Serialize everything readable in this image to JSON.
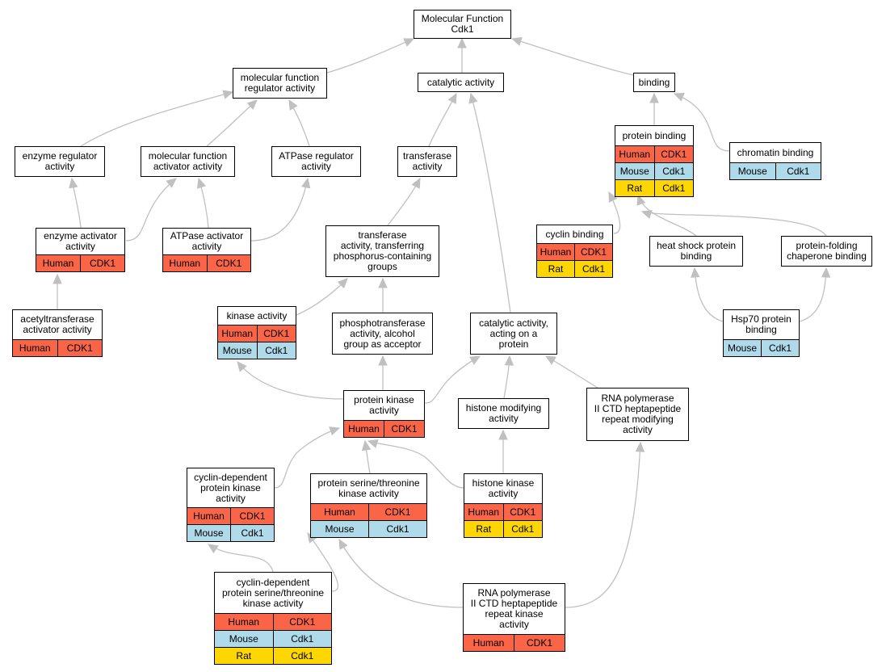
{
  "colors": {
    "human": "#fa6447",
    "mouse": "#aedaea",
    "rat": "#fed702",
    "edge": "#c0c0c0"
  },
  "nodes": {
    "molecular_function": {
      "label": "Molecular Function\nCdk1",
      "rows": []
    },
    "mf_regulator": {
      "label": "molecular function\nregulator activity",
      "rows": []
    },
    "catalytic": {
      "label": "catalytic activity",
      "rows": []
    },
    "binding": {
      "label": "binding",
      "rows": []
    },
    "enzyme_regulator": {
      "label": "enzyme regulator\nactivity",
      "rows": []
    },
    "mf_activator": {
      "label": "molecular function\nactivator activity",
      "rows": []
    },
    "atpase_regulator": {
      "label": "ATPase regulator\nactivity",
      "rows": []
    },
    "transferase": {
      "label": "transferase\nactivity",
      "rows": []
    },
    "protein_binding": {
      "label": "protein binding",
      "rows": [
        {
          "org": "Human",
          "gene": "CDK1"
        },
        {
          "org": "Mouse",
          "gene": "Cdk1"
        },
        {
          "org": "Rat",
          "gene": "Cdk1"
        }
      ]
    },
    "chromatin_binding": {
      "label": "chromatin binding",
      "rows": [
        {
          "org": "Mouse",
          "gene": "Cdk1"
        }
      ]
    },
    "enzyme_activator": {
      "label": "enzyme activator\nactivity",
      "rows": [
        {
          "org": "Human",
          "gene": "CDK1"
        }
      ]
    },
    "atpase_activator": {
      "label": "ATPase activator\nactivity",
      "rows": [
        {
          "org": "Human",
          "gene": "CDK1"
        }
      ]
    },
    "transferase_phosphorus": {
      "label": "transferase\nactivity, transferring\nphosphorus-containing\ngroups",
      "rows": []
    },
    "cyclin_binding": {
      "label": "cyclin binding",
      "rows": [
        {
          "org": "Human",
          "gene": "CDK1"
        },
        {
          "org": "Rat",
          "gene": "Cdk1"
        }
      ]
    },
    "heat_shock_binding": {
      "label": "heat shock protein\nbinding",
      "rows": []
    },
    "chaperone_binding": {
      "label": "protein-folding\nchaperone binding",
      "rows": []
    },
    "acetyltransferase_activator": {
      "label": "acetyltransferase\nactivator activity",
      "rows": [
        {
          "org": "Human",
          "gene": "CDK1"
        }
      ]
    },
    "kinase": {
      "label": "kinase activity",
      "rows": [
        {
          "org": "Human",
          "gene": "CDK1"
        },
        {
          "org": "Mouse",
          "gene": "Cdk1"
        }
      ]
    },
    "phosphotransferase": {
      "label": "phosphotransferase\nactivity, alcohol\ngroup as acceptor",
      "rows": []
    },
    "catalytic_protein": {
      "label": "catalytic activity,\nacting on a\nprotein",
      "rows": []
    },
    "hsp70_binding": {
      "label": "Hsp70 protein\nbinding",
      "rows": [
        {
          "org": "Mouse",
          "gene": "Cdk1"
        }
      ]
    },
    "protein_kinase": {
      "label": "protein kinase\nactivity",
      "rows": [
        {
          "org": "Human",
          "gene": "CDK1"
        }
      ]
    },
    "histone_modifying": {
      "label": "histone modifying\nactivity",
      "rows": []
    },
    "rnap_ctd_modifying": {
      "label": "RNA polymerase\nII CTD heptapeptide\nrepeat modifying\nactivity",
      "rows": []
    },
    "cdk": {
      "label": "cyclin-dependent\nprotein kinase\nactivity",
      "rows": [
        {
          "org": "Human",
          "gene": "CDK1"
        },
        {
          "org": "Mouse",
          "gene": "Cdk1"
        }
      ]
    },
    "ser_thr_kinase": {
      "label": "protein serine/threonine\nkinase activity",
      "rows": [
        {
          "org": "Human",
          "gene": "CDK1"
        },
        {
          "org": "Mouse",
          "gene": "Cdk1"
        }
      ]
    },
    "histone_kinase": {
      "label": "histone kinase\nactivity",
      "rows": [
        {
          "org": "Human",
          "gene": "CDK1"
        },
        {
          "org": "Rat",
          "gene": "Cdk1"
        }
      ]
    },
    "cdk_ser_thr": {
      "label": "cyclin-dependent\nprotein serine/threonine\nkinase activity",
      "rows": [
        {
          "org": "Human",
          "gene": "CDK1"
        },
        {
          "org": "Mouse",
          "gene": "Cdk1"
        },
        {
          "org": "Rat",
          "gene": "Cdk1"
        }
      ]
    },
    "rnap_ctd_kinase": {
      "label": "RNA polymerase\nII CTD heptapeptide\nrepeat kinase\nactivity",
      "rows": [
        {
          "org": "Human",
          "gene": "CDK1"
        }
      ]
    }
  },
  "edges": [
    [
      "mf_regulator",
      "molecular_function"
    ],
    [
      "catalytic",
      "molecular_function"
    ],
    [
      "binding",
      "molecular_function"
    ],
    [
      "enzyme_regulator",
      "mf_regulator"
    ],
    [
      "mf_activator",
      "mf_regulator"
    ],
    [
      "atpase_regulator",
      "mf_regulator"
    ],
    [
      "transferase",
      "catalytic"
    ],
    [
      "catalytic_protein",
      "catalytic"
    ],
    [
      "protein_binding",
      "binding"
    ],
    [
      "chromatin_binding",
      "binding"
    ],
    [
      "enzyme_activator",
      "enzyme_regulator"
    ],
    [
      "enzyme_activator",
      "mf_activator"
    ],
    [
      "atpase_activator",
      "mf_activator"
    ],
    [
      "atpase_activator",
      "atpase_regulator"
    ],
    [
      "transferase_phosphorus",
      "transferase"
    ],
    [
      "cyclin_binding",
      "protein_binding"
    ],
    [
      "heat_shock_binding",
      "protein_binding"
    ],
    [
      "chaperone_binding",
      "protein_binding"
    ],
    [
      "acetyltransferase_activator",
      "enzyme_activator"
    ],
    [
      "kinase",
      "transferase_phosphorus"
    ],
    [
      "phosphotransferase",
      "transferase_phosphorus"
    ],
    [
      "hsp70_binding",
      "heat_shock_binding"
    ],
    [
      "hsp70_binding",
      "chaperone_binding"
    ],
    [
      "protein_kinase",
      "kinase"
    ],
    [
      "protein_kinase",
      "phosphotransferase"
    ],
    [
      "protein_kinase",
      "catalytic_protein"
    ],
    [
      "histone_modifying",
      "catalytic_protein"
    ],
    [
      "rnap_ctd_modifying",
      "catalytic_protein"
    ],
    [
      "cdk",
      "protein_kinase"
    ],
    [
      "ser_thr_kinase",
      "protein_kinase"
    ],
    [
      "histone_kinase",
      "protein_kinase"
    ],
    [
      "histone_kinase",
      "histone_modifying"
    ],
    [
      "cdk_ser_thr",
      "cdk"
    ],
    [
      "cdk_ser_thr",
      "ser_thr_kinase"
    ],
    [
      "rnap_ctd_kinase",
      "ser_thr_kinase"
    ],
    [
      "rnap_ctd_kinase",
      "rnap_ctd_modifying"
    ]
  ]
}
